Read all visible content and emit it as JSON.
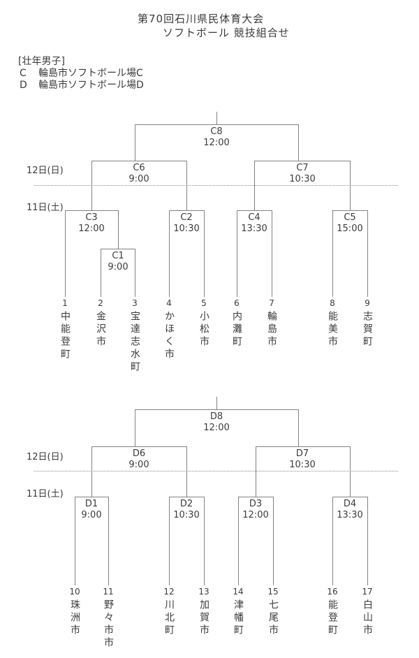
{
  "title": {
    "line1": "第70回石川県民体育大会",
    "line2": "ソフトボール 競技組合せ"
  },
  "header": {
    "category": "[壮年男子]",
    "venue_c_code": "C",
    "venue_c_name": "輪島市ソフトボール場C",
    "venue_d_code": "D",
    "venue_d_name": "輪島市ソフトボール場D"
  },
  "day_labels": {
    "sunday": "12日(日)",
    "saturday": "11日(土)"
  },
  "bracket_c": {
    "c1": {
      "label": "C1",
      "time": "9:00"
    },
    "c2": {
      "label": "C2",
      "time": "10:30"
    },
    "c3": {
      "label": "C3",
      "time": "12:00"
    },
    "c4": {
      "label": "C4",
      "time": "13:30"
    },
    "c5": {
      "label": "C5",
      "time": "15:00"
    },
    "c6": {
      "label": "C6",
      "time": "9:00"
    },
    "c7": {
      "label": "C7",
      "time": "10:30"
    },
    "c8": {
      "label": "C8",
      "time": "12:00"
    },
    "teams": [
      {
        "number": "1",
        "name": "中能登町"
      },
      {
        "number": "2",
        "name": "金沢市"
      },
      {
        "number": "3",
        "name": "宝達志水町"
      },
      {
        "number": "4",
        "name": "かほく市"
      },
      {
        "number": "5",
        "name": "小松市"
      },
      {
        "number": "6",
        "name": "内灘町"
      },
      {
        "number": "7",
        "name": "輪島市"
      },
      {
        "number": "8",
        "name": "能美市"
      },
      {
        "number": "9",
        "name": "志賀町"
      }
    ]
  },
  "bracket_d": {
    "d1": {
      "label": "D1",
      "time": "9:00"
    },
    "d2": {
      "label": "D2",
      "time": "10:30"
    },
    "d3": {
      "label": "D3",
      "time": "12:00"
    },
    "d4": {
      "label": "D4",
      "time": "13:30"
    },
    "d6": {
      "label": "D6",
      "time": "9:00"
    },
    "d7": {
      "label": "D7",
      "time": "10:30"
    },
    "d8": {
      "label": "D8",
      "time": "12:00"
    },
    "teams": [
      {
        "number": "10",
        "name": "珠洲市"
      },
      {
        "number": "11",
        "name": "野々市市"
      },
      {
        "number": "12",
        "name": "川北町"
      },
      {
        "number": "13",
        "name": "加賀市"
      },
      {
        "number": "14",
        "name": "津幡町"
      },
      {
        "number": "15",
        "name": "七尾市"
      },
      {
        "number": "16",
        "name": "能登町"
      },
      {
        "number": "17",
        "name": "白山市"
      }
    ]
  }
}
